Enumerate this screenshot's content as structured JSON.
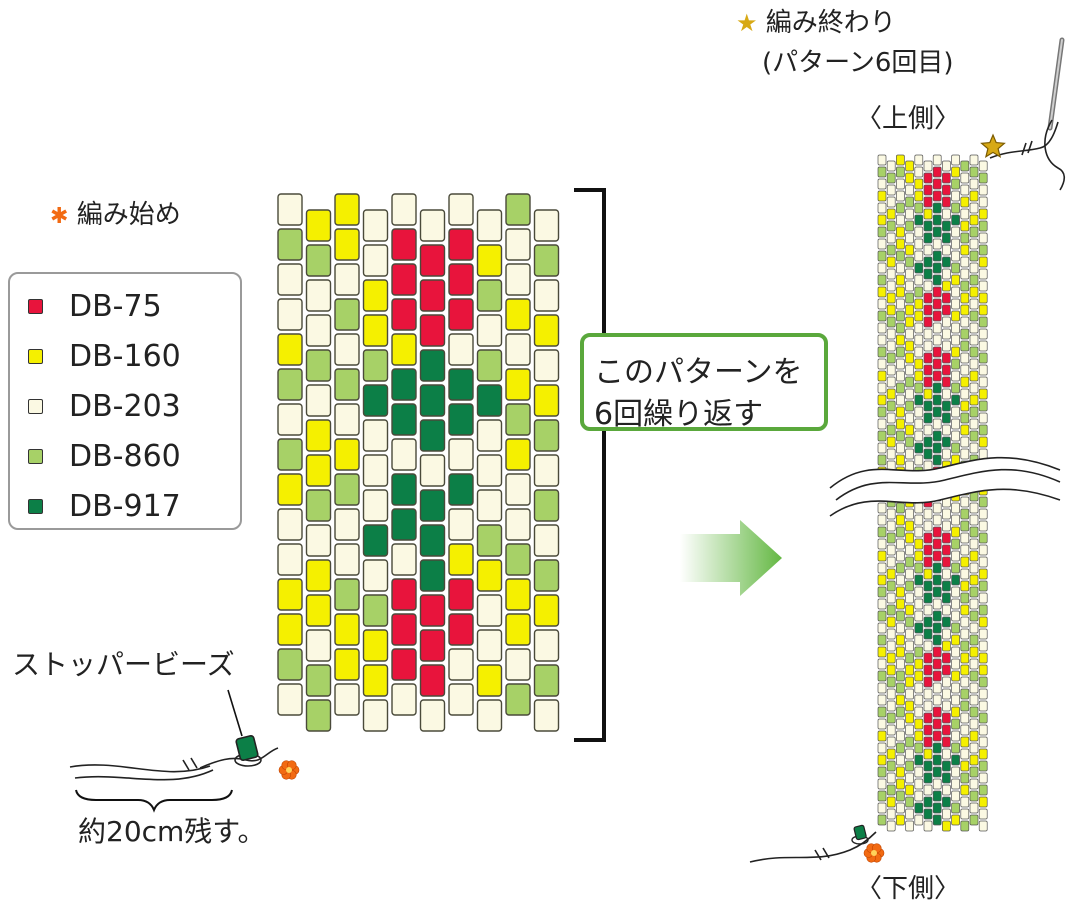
{
  "colors": {
    "DB-75": "#e8143c",
    "DB-160": "#f5f000",
    "DB-203": "#fbf9e3",
    "DB-860": "#a7d167",
    "DB-917": "#0c7f47",
    "accent_green": "#5aa83c",
    "start_mark": "#f26a12",
    "end_star": "#d7a915"
  },
  "labels": {
    "start": "編み始め",
    "end_title": "編み終わり",
    "end_sub": "(パターン6回目)",
    "top": "〈上側〉",
    "bottom": "〈下側〉",
    "stopper": "ストッパービーズ",
    "tail": "約20cm残す。",
    "repeat_l1": "このパターンを",
    "repeat_l2": "6回繰り返す"
  },
  "legend": [
    {
      "code": "DB-75",
      "color": "#e8143c"
    },
    {
      "code": "DB-160",
      "color": "#f5f000"
    },
    {
      "code": "DB-203",
      "color": "#fbf9e3"
    },
    {
      "code": "DB-860",
      "color": "#a7d167"
    },
    {
      "code": "DB-917",
      "color": "#0c7f47"
    }
  ],
  "pattern": {
    "column_count": 10,
    "rows_per_column": 15,
    "color_key": {
      "R": "DB-75",
      "Y": "DB-160",
      "W": "DB-203",
      "L": "DB-860",
      "G": "DB-917"
    },
    "columns": [
      [
        "W",
        "L",
        "W",
        "W",
        "Y",
        "L",
        "W",
        "L",
        "Y",
        "W",
        "W",
        "Y",
        "Y",
        "L",
        "W"
      ],
      [
        "Y",
        "L",
        "W",
        "W",
        "L",
        "W",
        "Y",
        "Y",
        "L",
        "W",
        "Y",
        "Y",
        "W",
        "L",
        "L"
      ],
      [
        "Y",
        "Y",
        "W",
        "L",
        "W",
        "L",
        "W",
        "Y",
        "L",
        "W",
        "W",
        "L",
        "Y",
        "Y",
        "W"
      ],
      [
        "W",
        "W",
        "Y",
        "Y",
        "L",
        "G",
        "W",
        "W",
        "W",
        "G",
        "W",
        "L",
        "Y",
        "Y",
        "W"
      ],
      [
        "W",
        "R",
        "R",
        "R",
        "Y",
        "G",
        "G",
        "W",
        "G",
        "G",
        "W",
        "R",
        "R",
        "R",
        "W"
      ],
      [
        "W",
        "R",
        "R",
        "R",
        "G",
        "G",
        "G",
        "W",
        "G",
        "G",
        "G",
        "R",
        "R",
        "R",
        "W"
      ],
      [
        "W",
        "R",
        "R",
        "R",
        "W",
        "G",
        "G",
        "W",
        "G",
        "W",
        "Y",
        "R",
        "R",
        "W",
        "W"
      ],
      [
        "W",
        "Y",
        "L",
        "W",
        "L",
        "G",
        "W",
        "W",
        "W",
        "L",
        "Y",
        "W",
        "W",
        "Y",
        "W"
      ],
      [
        "L",
        "W",
        "W",
        "Y",
        "W",
        "Y",
        "L",
        "Y",
        "W",
        "W",
        "L",
        "Y",
        "Y",
        "W",
        "L"
      ],
      [
        "W",
        "L",
        "W",
        "Y",
        "W",
        "Y",
        "L",
        "W",
        "L",
        "W",
        "L",
        "Y",
        "W",
        "L",
        "W"
      ]
    ]
  }
}
